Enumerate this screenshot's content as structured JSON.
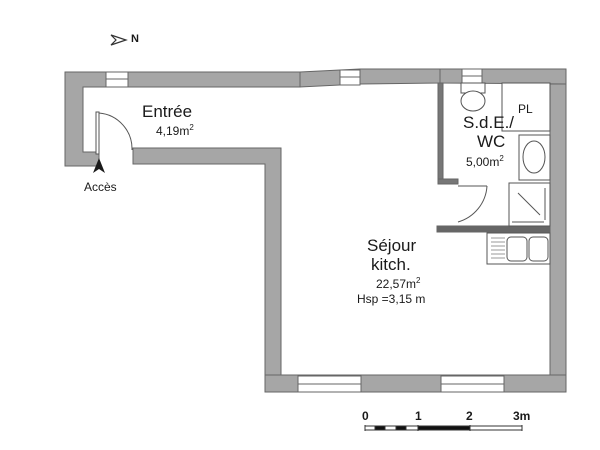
{
  "compass": {
    "icon": "north-arrow-icon",
    "label": "N"
  },
  "rooms": [
    {
      "id": "entree",
      "name": "Entrée",
      "area": "4,19m",
      "area_unit_sup": "2"
    },
    {
      "id": "sde",
      "name_line1": "S.d.E./",
      "name_line2": "WC",
      "area": "5,00m",
      "area_unit_sup": "2",
      "annotation": "PL"
    },
    {
      "id": "sejour",
      "name_line1": "Séjour",
      "name_line2": "kitch.",
      "area": "22,57m",
      "area_unit_sup": "2",
      "height": "Hsp =3,15 m"
    }
  ],
  "access": {
    "label": "Accès",
    "icon": "entry-arrow-icon"
  },
  "scale_bar": {
    "ticks": [
      "0",
      "1",
      "2",
      "3m"
    ]
  },
  "colors": {
    "wall": "#a6a6a6",
    "wall_stroke": "#555555",
    "fixture_stroke": "#555555",
    "background": "#ffffff"
  }
}
